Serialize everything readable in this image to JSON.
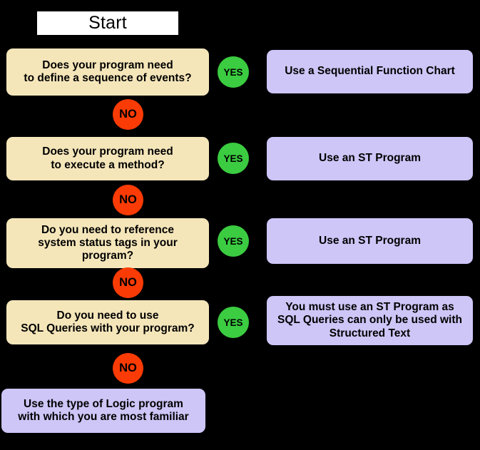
{
  "diagram": {
    "title_node": {
      "label": "Start"
    },
    "background_color": "#000000",
    "palette": {
      "start_fill": "#ffffff",
      "question_fill": "#f5e6ba",
      "answer_fill": "#cdc6f7",
      "yes_badge_fill": "#3bcc41",
      "no_badge_fill": "#fb3b05",
      "text_color": "#000000"
    },
    "badges": {
      "yes": "YES",
      "no": "NO"
    },
    "steps": [
      {
        "id": "step-1",
        "question_lines": [
          "Does your program need",
          "to define a sequence of events?"
        ],
        "yes_label": "YES",
        "no_label": "NO",
        "answer_lines": [
          "Use a Sequential Function Chart"
        ]
      },
      {
        "id": "step-2",
        "question_lines": [
          "Does your program need",
          "to execute a method?"
        ],
        "yes_label": "YES",
        "no_label": "NO",
        "answer_lines": [
          "Use an ST Program"
        ]
      },
      {
        "id": "step-3",
        "question_lines": [
          "Do you need to reference",
          "system status tags in your",
          "program?"
        ],
        "yes_label": "YES",
        "no_label": "NO",
        "answer_lines": [
          "Use an ST Program"
        ]
      },
      {
        "id": "step-4",
        "question_lines": [
          "Do you need to use",
          "SQL Queries with your program?"
        ],
        "yes_label": "YES",
        "no_label": "NO",
        "answer_lines": [
          "You must use an ST Program as",
          "SQL Queries can only be used with",
          "Structured Text"
        ]
      }
    ],
    "final_node": {
      "lines": [
        "Use the type of Logic program",
        "with which you are most familiar"
      ]
    }
  }
}
